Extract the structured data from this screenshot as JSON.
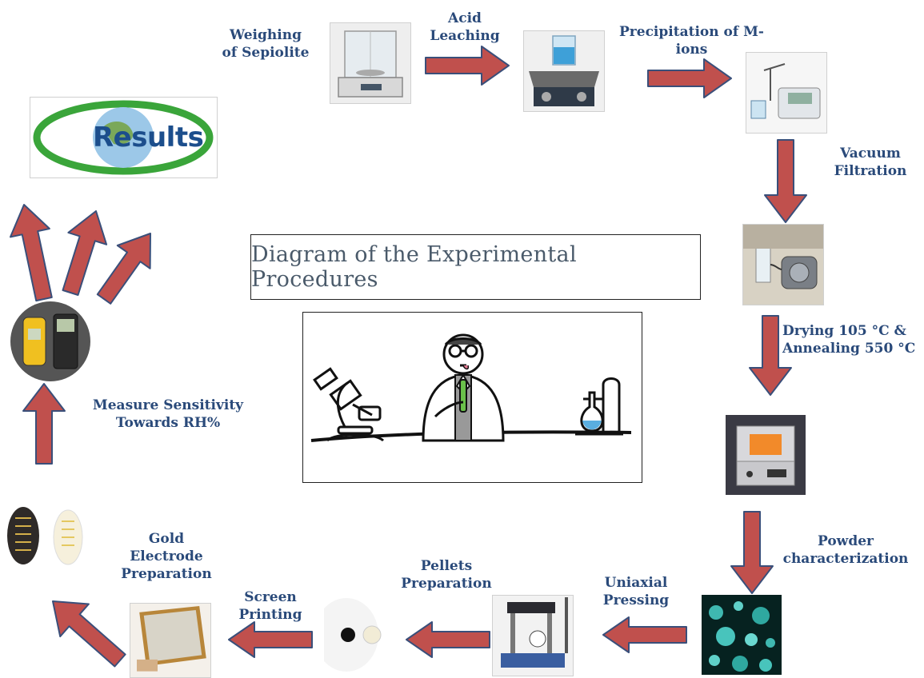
{
  "title": "Diagram of the Experimental Procedures",
  "results_logo_text": "Results",
  "steps": [
    {
      "id": "weighing",
      "label": "Weighing\nof Sepiolite"
    },
    {
      "id": "acid-leaching",
      "label": "Acid\nLeaching"
    },
    {
      "id": "precipitation",
      "label": "Precipitation of M-\nions"
    },
    {
      "id": "vacuum-filtration",
      "label": "Vacuum\nFiltration"
    },
    {
      "id": "drying",
      "label": "Drying  105 °C &\nAnnealing 550 °C"
    },
    {
      "id": "powder-characterization",
      "label": "Powder\ncharacterization"
    },
    {
      "id": "uniaxial-pressing",
      "label": "Uniaxial\nPressing"
    },
    {
      "id": "pellets-preparation",
      "label": "Pellets\nPreparation"
    },
    {
      "id": "screen-printing",
      "label": "Screen\nPrinting"
    },
    {
      "id": "gold-electrode",
      "label": "Gold\nElectrode\nPreparation"
    },
    {
      "id": "measure-sensitivity",
      "label": "Measure Sensitivity\nTowards RH%"
    }
  ],
  "colors": {
    "arrow_fill": "#c0504d",
    "arrow_stroke": "#3a4f7a",
    "label_text": "#2a4a7a"
  }
}
